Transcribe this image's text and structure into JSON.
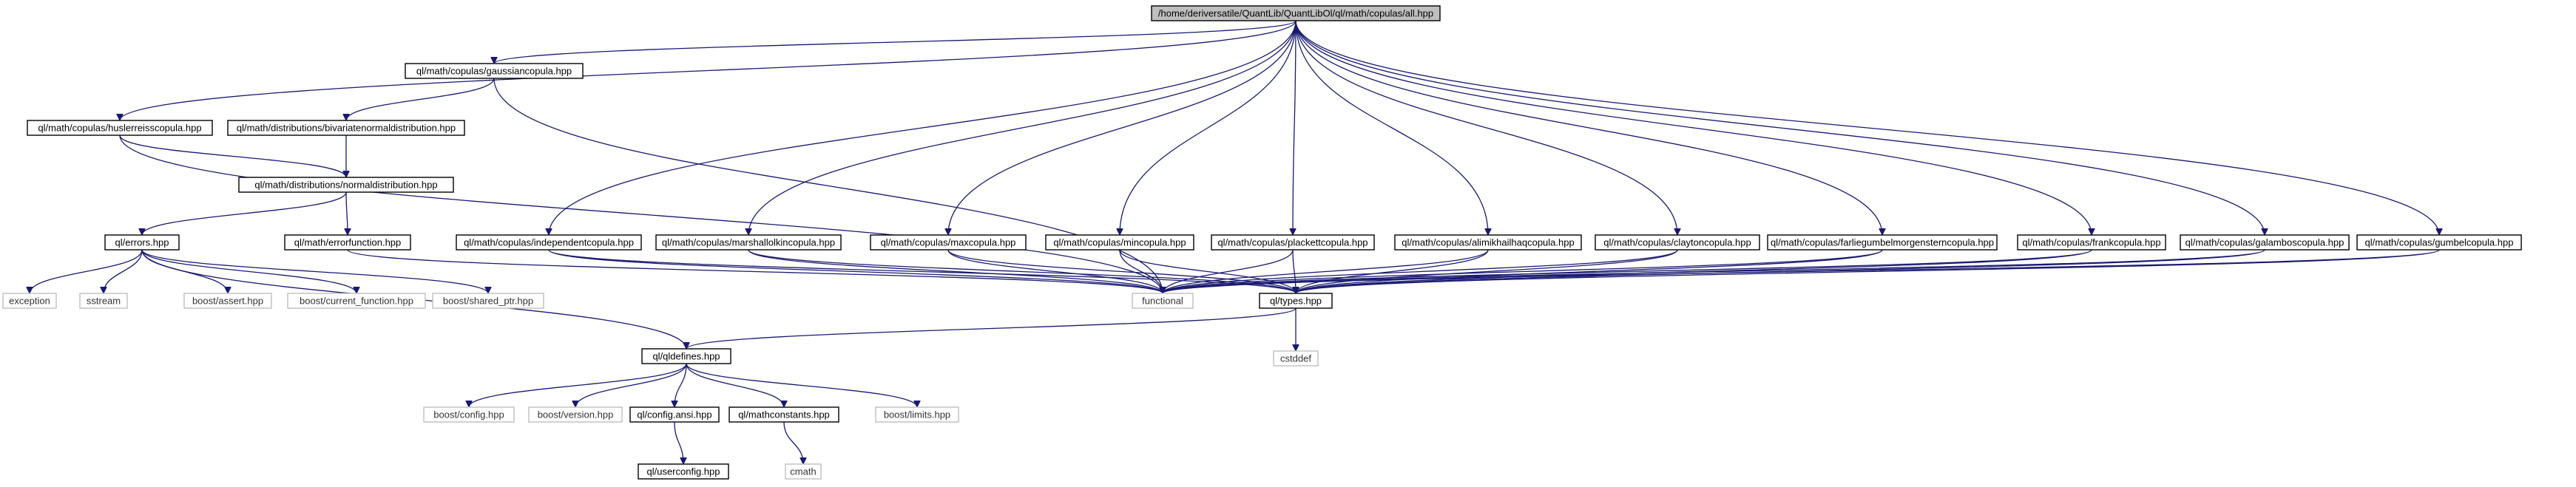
{
  "nodes": [
    {
      "id": "all",
      "label": "/home/deriversatile/QuantLib/QuantLibOl/ql/math/copulas/all.hpp",
      "style": "root"
    },
    {
      "id": "gaussian",
      "label": "ql/math/copulas/gaussiancopula.hpp",
      "style": "solid"
    },
    {
      "id": "husler",
      "label": "ql/math/copulas/huslerreisscopula.hpp",
      "style": "solid"
    },
    {
      "id": "bivariate",
      "label": "ql/math/distributions/bivariatenormaldistribution.hpp",
      "style": "solid"
    },
    {
      "id": "normal",
      "label": "ql/math/distributions/normaldistribution.hpp",
      "style": "solid"
    },
    {
      "id": "errors",
      "label": "ql/errors.hpp",
      "style": "solid"
    },
    {
      "id": "errorfunction",
      "label": "ql/math/errorfunction.hpp",
      "style": "solid"
    },
    {
      "id": "independent",
      "label": "ql/math/copulas/independentcopula.hpp",
      "style": "solid"
    },
    {
      "id": "marshall",
      "label": "ql/math/copulas/marshallolkincopula.hpp",
      "style": "solid"
    },
    {
      "id": "max",
      "label": "ql/math/copulas/maxcopula.hpp",
      "style": "solid"
    },
    {
      "id": "min",
      "label": "ql/math/copulas/mincopula.hpp",
      "style": "solid"
    },
    {
      "id": "plackett",
      "label": "ql/math/copulas/plackettcopula.hpp",
      "style": "solid"
    },
    {
      "id": "alimikhail",
      "label": "ql/math/copulas/alimikhailhaqcopula.hpp",
      "style": "solid"
    },
    {
      "id": "clayton",
      "label": "ql/math/copulas/claytoncopula.hpp",
      "style": "solid"
    },
    {
      "id": "farlie",
      "label": "ql/math/copulas/farliegumbelmorgensterncopula.hpp",
      "style": "solid"
    },
    {
      "id": "frank",
      "label": "ql/math/copulas/frankcopula.hpp",
      "style": "solid"
    },
    {
      "id": "galambos",
      "label": "ql/math/copulas/galamboscopula.hpp",
      "style": "solid"
    },
    {
      "id": "gumbel",
      "label": "ql/math/copulas/gumbelcopula.hpp",
      "style": "solid"
    },
    {
      "id": "exception",
      "label": "exception",
      "style": "ghost"
    },
    {
      "id": "sstream",
      "label": "sstream",
      "style": "ghost"
    },
    {
      "id": "bassert",
      "label": "boost/assert.hpp",
      "style": "ghost"
    },
    {
      "id": "bcurrent",
      "label": "boost/current_function.hpp",
      "style": "ghost"
    },
    {
      "id": "bshared",
      "label": "boost/shared_ptr.hpp",
      "style": "ghost"
    },
    {
      "id": "functional",
      "label": "functional",
      "style": "ghost"
    },
    {
      "id": "types",
      "label": "ql/types.hpp",
      "style": "solid"
    },
    {
      "id": "cstddef",
      "label": "cstddef",
      "style": "ghost"
    },
    {
      "id": "qldefines",
      "label": "ql/qldefines.hpp",
      "style": "solid"
    },
    {
      "id": "bconfig",
      "label": "boost/config.hpp",
      "style": "ghost"
    },
    {
      "id": "bversion",
      "label": "boost/version.hpp",
      "style": "ghost"
    },
    {
      "id": "configansi",
      "label": "ql/config.ansi.hpp",
      "style": "solid"
    },
    {
      "id": "mathconstants",
      "label": "ql/mathconstants.hpp",
      "style": "solid"
    },
    {
      "id": "blimits",
      "label": "boost/limits.hpp",
      "style": "ghost"
    },
    {
      "id": "userconfig",
      "label": "ql/userconfig.hpp",
      "style": "solid"
    },
    {
      "id": "cmath",
      "label": "cmath",
      "style": "ghost"
    }
  ],
  "edges": [
    [
      "all",
      "gaussian"
    ],
    [
      "all",
      "husler"
    ],
    [
      "all",
      "independent"
    ],
    [
      "all",
      "marshall"
    ],
    [
      "all",
      "max"
    ],
    [
      "all",
      "min"
    ],
    [
      "all",
      "plackett"
    ],
    [
      "all",
      "alimikhail"
    ],
    [
      "all",
      "clayton"
    ],
    [
      "all",
      "farlie"
    ],
    [
      "all",
      "frank"
    ],
    [
      "all",
      "galambos"
    ],
    [
      "all",
      "gumbel"
    ],
    [
      "gaussian",
      "bivariate"
    ],
    [
      "gaussian",
      "functional"
    ],
    [
      "husler",
      "normal"
    ],
    [
      "husler",
      "functional"
    ],
    [
      "bivariate",
      "normal"
    ],
    [
      "normal",
      "errors"
    ],
    [
      "normal",
      "errorfunction"
    ],
    [
      "errors",
      "exception"
    ],
    [
      "errors",
      "sstream"
    ],
    [
      "errors",
      "bassert"
    ],
    [
      "errors",
      "bcurrent"
    ],
    [
      "errors",
      "bshared"
    ],
    [
      "errors",
      "qldefines"
    ],
    [
      "errorfunction",
      "functional"
    ],
    [
      "independent",
      "functional"
    ],
    [
      "independent",
      "types"
    ],
    [
      "marshall",
      "functional"
    ],
    [
      "marshall",
      "types"
    ],
    [
      "max",
      "functional"
    ],
    [
      "max",
      "types"
    ],
    [
      "min",
      "functional"
    ],
    [
      "min",
      "types"
    ],
    [
      "plackett",
      "functional"
    ],
    [
      "plackett",
      "types"
    ],
    [
      "alimikhail",
      "functional"
    ],
    [
      "alimikhail",
      "types"
    ],
    [
      "clayton",
      "functional"
    ],
    [
      "clayton",
      "types"
    ],
    [
      "farlie",
      "functional"
    ],
    [
      "farlie",
      "types"
    ],
    [
      "frank",
      "functional"
    ],
    [
      "frank",
      "types"
    ],
    [
      "galambos",
      "functional"
    ],
    [
      "galambos",
      "types"
    ],
    [
      "gumbel",
      "functional"
    ],
    [
      "gumbel",
      "types"
    ],
    [
      "types",
      "cstddef"
    ],
    [
      "types",
      "qldefines"
    ],
    [
      "qldefines",
      "bconfig"
    ],
    [
      "qldefines",
      "bversion"
    ],
    [
      "qldefines",
      "configansi"
    ],
    [
      "qldefines",
      "mathconstants"
    ],
    [
      "qldefines",
      "blimits"
    ],
    [
      "configansi",
      "userconfig"
    ],
    [
      "mathconstants",
      "cmath"
    ]
  ]
}
